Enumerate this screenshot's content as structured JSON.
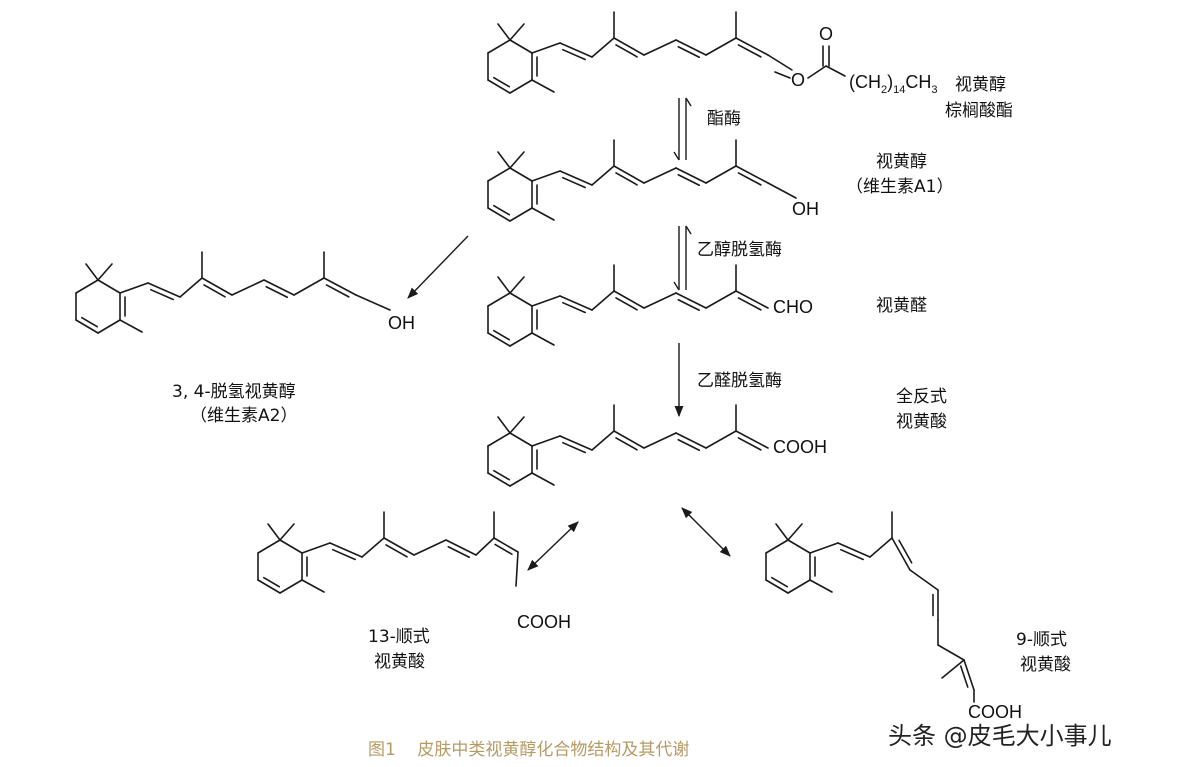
{
  "compounds": {
    "palmitate": {
      "group_pre": "(CH",
      "sub2": "2",
      "group_mid": ")",
      "sub14": "14",
      "group_ch": "CH",
      "sub3": "3",
      "o_ester": "O",
      "o_carbonyl": "O",
      "name1": "视黄醇",
      "name2": "棕榈酸酯"
    },
    "retinol": {
      "group": "OH",
      "name1": "视黄醇",
      "name2": "（维生素A1）"
    },
    "retinal": {
      "group": "CHO",
      "name1": "视黄醛"
    },
    "atra": {
      "group": "COOH",
      "name1": "全反式",
      "name2": "视黄酸"
    },
    "dehydroretinol": {
      "group": "OH",
      "name1": "3, 4-脱氢视黄醇",
      "name2": "（维生素A2）"
    },
    "cis13": {
      "group": "COOH",
      "name1": "13-顺式",
      "name2": "视黄酸"
    },
    "cis9": {
      "group": "COOH",
      "name1": "9-顺式",
      "name2": "视黄酸"
    }
  },
  "enzymes": {
    "esterase": "酯酶",
    "adh": "乙醇脱氢酶",
    "aldh": "乙醛脱氢酶"
  },
  "caption": "图1    皮肤中类视黄醇化合物结构及其代谢",
  "watermark": "头条 @皮毛大小事儿",
  "colors": {
    "ink": "#1a1a1a",
    "caption": "#b59a64"
  }
}
